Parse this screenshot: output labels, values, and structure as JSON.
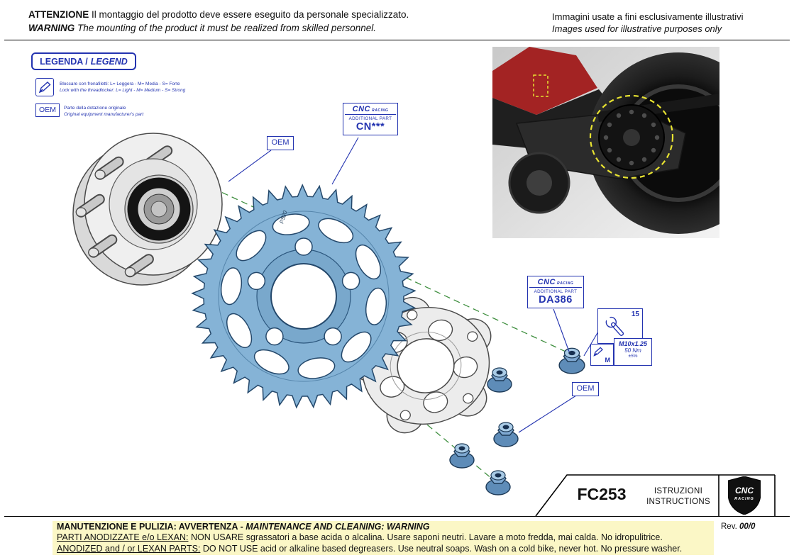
{
  "header": {
    "attention_label": "ATTENZIONE",
    "attention_text": "Il montaggio del prodotto deve essere eseguito da personale specializzato.",
    "warning_label": "WARNING",
    "warning_text": "The mounting of the product it must be realized from skilled personnel.",
    "illustrative_note_it": "Immagini usate a fini esclusivamente illustrativi",
    "illustrative_note_en": "Images used for illustrative purposes only"
  },
  "legend": {
    "title_it": "LEGENDA /",
    "title_en": "LEGEND",
    "threadlocker_it": "Bloccare con frenafiletti: L= Leggera - M= Media - S= Forte",
    "threadlocker_en": "Lock with the threadlocker: L= Light - M= Medium - S= Strong",
    "oem_label": "OEM",
    "oem_it": "Parte della dotazione originale",
    "oem_en": "Original equipment manufacturer's part"
  },
  "brand": {
    "line1": "CNC",
    "line2": "RACING"
  },
  "callouts": {
    "oem_hub": "OEM",
    "oem_nut": "OEM",
    "additional_part_label": "ADDITIONAL PART",
    "sprocket_code": "CN***",
    "nut_code": "DA386",
    "wrench_size": "15",
    "thread_spec": "M10x1.25",
    "torque": "50 Nm",
    "torque_tolerance": "±5%",
    "threadlocker_grade": "M",
    "sprocket_marking": "P520"
  },
  "titleblock": {
    "product_code": "FC253",
    "instructions_it": "ISTRUZIONI",
    "instructions_en": "INSTRUCTIONS"
  },
  "footer": {
    "maintenance_title_it": "MANUTENZIONE E PULIZIA: AVVERTENZA - ",
    "maintenance_title_en": "MAINTENANCE AND CLEANING: WARNING",
    "anodized_label_it": "PARTI ANODIZZATE  e/o LEXAN:",
    "anodized_text_it": " NON USARE sgrassatori a base acida o alcalina. Usare saponi neutri. Lavare a moto fredda, mai calda. No idropulitrice.",
    "anodized_label_en": "ANODIZED and / or LEXAN PARTS:",
    "anodized_text_en": " DO NOT USE acid or alkaline based degreasers. Use neutral soaps. Wash on a cold bike, never hot. No pressure washer.",
    "rev_label": "Rev. ",
    "rev_value": "00/0"
  },
  "colors": {
    "accent_blue": "#2333b0",
    "sprocket_blue": "#85b3d6",
    "highlight_yellow": "#fbf7c6",
    "marker_yellow": "#e8e331",
    "axis_green": "#3f8f3f"
  }
}
